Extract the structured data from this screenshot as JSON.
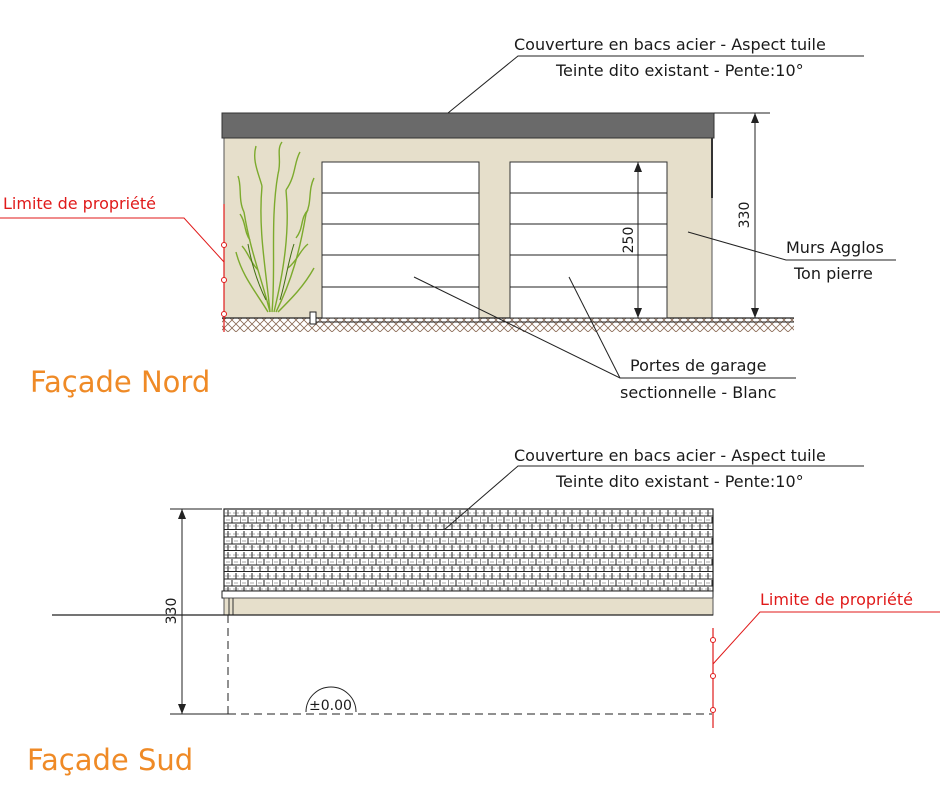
{
  "north": {
    "title": "Façade Nord",
    "roof_label_1": "Couverture en bacs acier - Aspect tuile",
    "roof_label_2": "Teinte dito existant - Pente:10°",
    "property_limit": "Limite de propriété",
    "walls_label_1": "Murs Agglos",
    "walls_label_2": "Ton pierre",
    "doors_label_1": "Portes de garage",
    "doors_label_2": "sectionnelle - Blanc",
    "height_dim": "330",
    "door_height_dim": "250"
  },
  "south": {
    "title": "Façade Sud",
    "roof_label_1": "Couverture en bacs acier - Aspect tuile",
    "roof_label_2": "Teinte dito existant - Pente:10°",
    "property_limit": "Limite de propriété",
    "height_dim": "330",
    "level": "±0.00"
  },
  "colors": {
    "wall": "#e6dfcb",
    "roof_north": "#6a6a6a",
    "property_limit": "#e01a1a",
    "title": "#ef8a26",
    "plant": "#7caa2d"
  }
}
